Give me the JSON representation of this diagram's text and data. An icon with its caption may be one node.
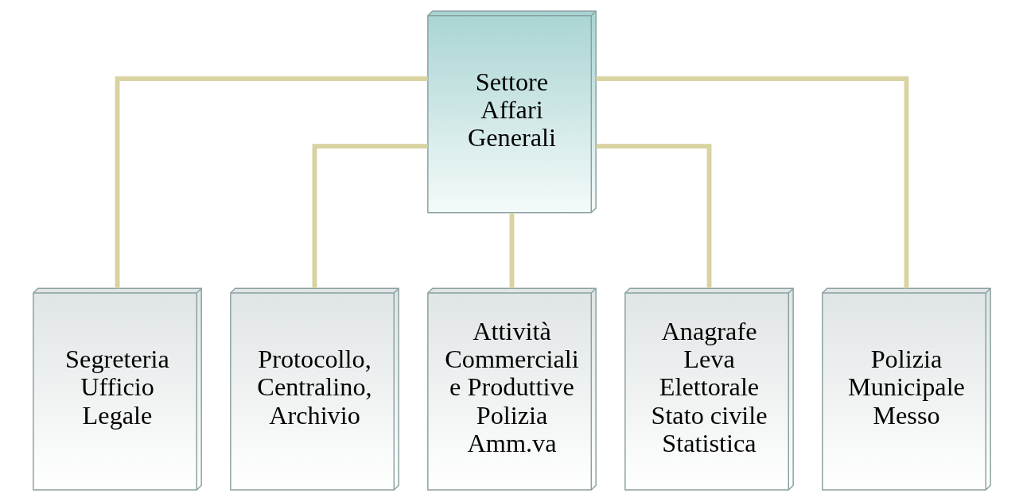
{
  "diagram": {
    "nodes": [
      {
        "text": [
          "Settore Affari Generali"
        ]
      },
      {
        "text": [
          "Segreteria Ufficio Legale"
        ]
      },
      {
        "text": [
          "Protocollo, Centralino, Archivio"
        ]
      },
      {
        "text": [
          "Attività Commerciali e Produttive Polizia Amm.va"
        ]
      },
      {
        "text": [
          "Anagrafe Leva Elettorale Stato civile Statistica"
        ]
      },
      {
        "text": [
          "Polizia Municipale Messo"
        ]
      }
    ],
    "edges": [
      {
        "from": 0,
        "to": 1,
        "arrow": "none"
      },
      {
        "from": 0,
        "to": 2,
        "arrow": "none"
      },
      {
        "from": 0,
        "to": 3,
        "arrow": "none"
      },
      {
        "from": 0,
        "to": 4,
        "arrow": "none"
      },
      {
        "from": 0,
        "to": 5,
        "arrow": "none"
      }
    ]
  }
}
